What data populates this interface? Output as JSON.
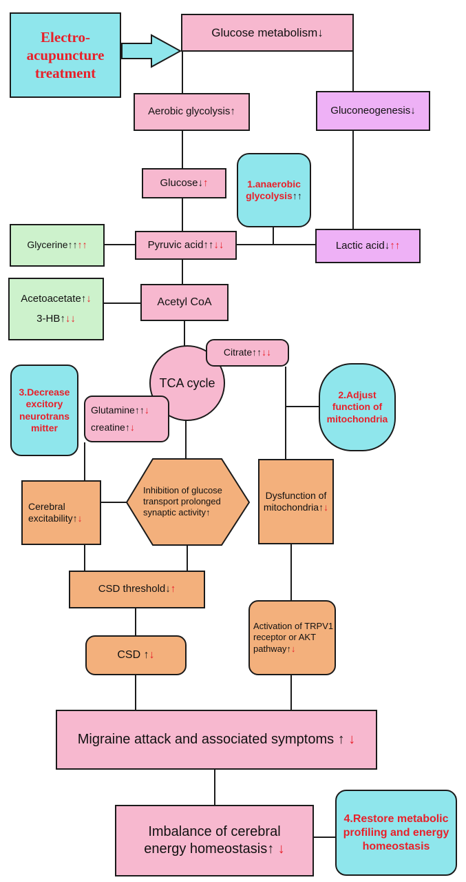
{
  "nodes": {
    "ea": "Electro-acupuncture treatment",
    "glucose_metabolism": {
      "text": "Glucose metabolism",
      "a1": "↓"
    },
    "aerobic": {
      "text": "Aerobic glycolysis",
      "a1": "↑"
    },
    "gluconeo": {
      "text": "Gluconeogenesis",
      "a1": "↓"
    },
    "glucose": {
      "text": "Glucose",
      "a1": "↓",
      "a2": "↑"
    },
    "anaerobic": {
      "text": "1.anaerobic glycolysis",
      "a1": "↑↑"
    },
    "glycerine": {
      "text": "Glycerine",
      "a1": "↑↑",
      "a2": "↑↑"
    },
    "pyruvic": {
      "text": "Pyruvic acid",
      "a1": "↑↑",
      "a2": "↓↓"
    },
    "lactic": {
      "text": "Lactic acid",
      "a1": "↓",
      "a2": "↑↑"
    },
    "acetoacetate": {
      "line1": "Acetoacetate",
      "a1": "↑",
      "a2": "↓",
      "line2": "3-HB",
      "b1": "↑",
      "b2": "↓↓"
    },
    "acetyl": {
      "text": "Acetyl CoA"
    },
    "citrate": {
      "text": "Citrate",
      "a1": "↑↑",
      "a2": "↓↓"
    },
    "tca": {
      "text": "TCA cycle"
    },
    "decrease": {
      "text": "3.Decrease excitory neurotrans mitter"
    },
    "adjust": {
      "text": "2.Adjust function of mitochondria"
    },
    "glutamine": {
      "line1": "Glutamine",
      "a1": "↑↑",
      "a2": "↓",
      "line2": "creatine",
      "b1": "↑",
      "b2": "↓"
    },
    "cerebral": {
      "text": "Cerebral excitability",
      "a1": "↑",
      "a2": "↓"
    },
    "inhibition": {
      "text": "Inhibition of glucose transport prolonged synaptic activity",
      "a1": "↑"
    },
    "dysfunction": {
      "text": "Dysfunction of mitochondria",
      "a1": "↑",
      "a2": "↓"
    },
    "csd_threshold": {
      "text": "CSD threshold",
      "a1": "↓",
      "a2": "↑"
    },
    "csd": {
      "text": "CSD ",
      "a1": "↑",
      "a2": "↓"
    },
    "trpv1": {
      "text": "Activation of TRPV1 receptor or AKT pathway",
      "a1": "↑",
      "a2": "↓"
    },
    "migraine": {
      "text": "Migraine attack and associated symptoms ",
      "a1": "↑",
      "a2": " ↓"
    },
    "imbalance": {
      "text": "Imbalance of cerebral energy homeostasis",
      "a1": "↑",
      "a2": " ↓"
    },
    "restore": {
      "text": "4.Restore metabolic profiling and energy homeostasis"
    }
  },
  "colors": {
    "pink": "#f7b8cf",
    "violet": "#eeb1f6",
    "green": "#cdf2cc",
    "orange": "#f3b07c",
    "cyan": "#8fe6ec",
    "red": "#e8202a"
  }
}
